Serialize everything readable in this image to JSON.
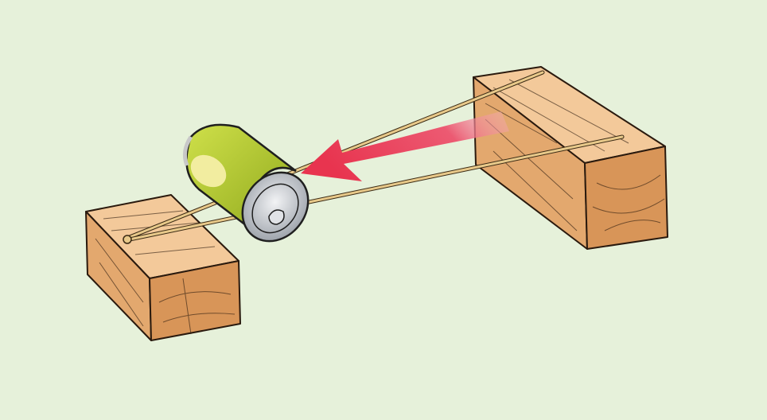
{
  "colors": {
    "background": "#e6f1da",
    "wood_top": "#f3c99a",
    "wood_side": "#e3a86e",
    "wood_front": "#d89558",
    "stick": "#e8c98a",
    "can_green": "#b9cf2a",
    "can_highlight": "#f2eda0",
    "can_silver": "#c9ccd2",
    "arrow": "#e8344f"
  },
  "illustration": {
    "objects": [
      "left-wood-block",
      "right-wood-block",
      "stick-rail-upper",
      "stick-rail-lower",
      "rolling-can",
      "direction-arrow"
    ],
    "arrow_direction": "toward-left-block"
  }
}
